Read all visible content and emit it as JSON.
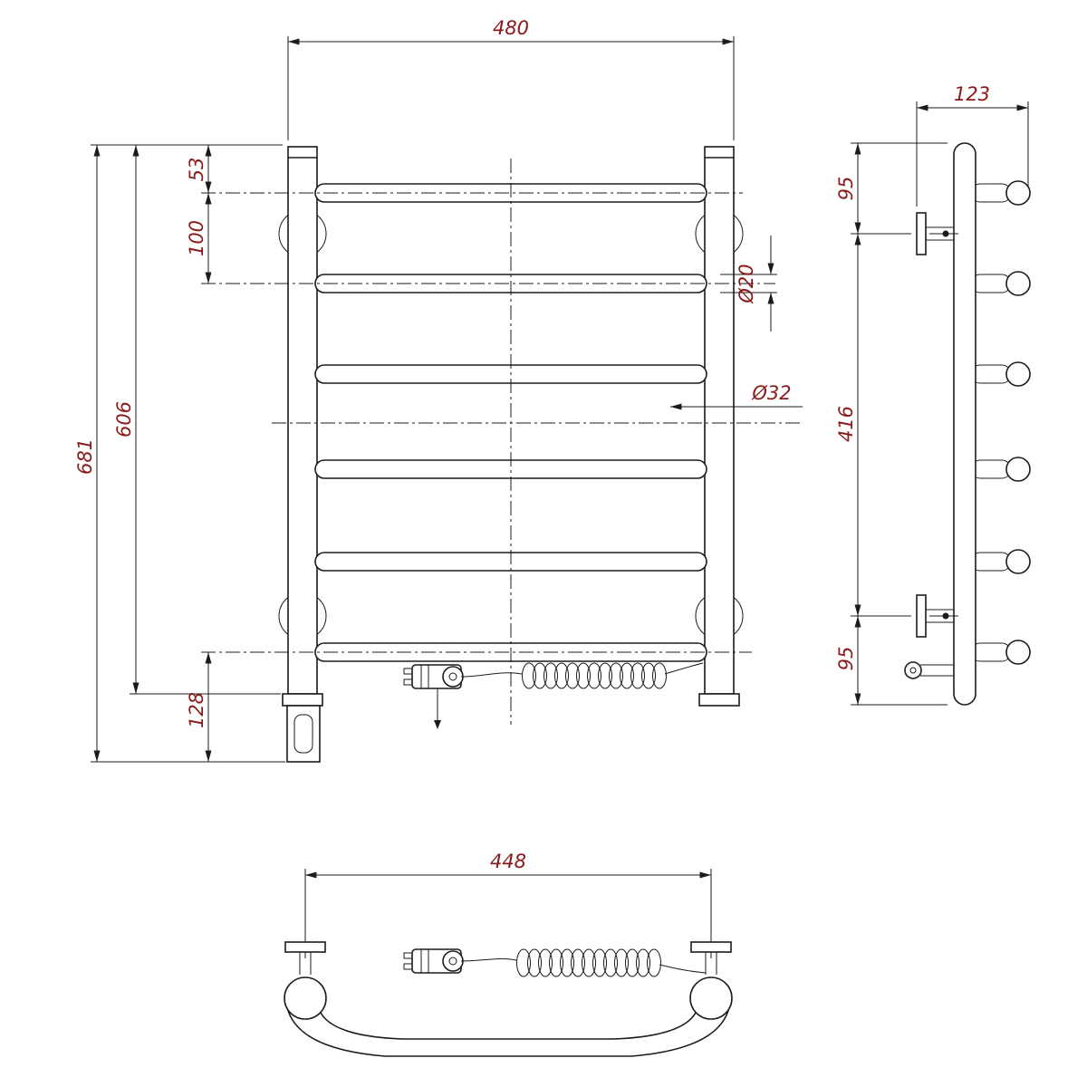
{
  "colors": {
    "background": "#ffffff",
    "lines": "#1b1b1b",
    "dimension_text": "#8a1a1a"
  },
  "drawing": {
    "front_view": {
      "width": "480",
      "top_offset": "53",
      "bar_pitch": "100",
      "overall_height": "681",
      "rail_height": "606",
      "bottom_offset": "128",
      "bar_diameter": "Ø20",
      "collector_diameter": "Ø32"
    },
    "side_view": {
      "depth": "123",
      "top_bracket_offset": "95",
      "bracket_span": "416",
      "bottom_bracket_offset": "95"
    },
    "bottom_view": {
      "bracket_span": "448"
    }
  }
}
